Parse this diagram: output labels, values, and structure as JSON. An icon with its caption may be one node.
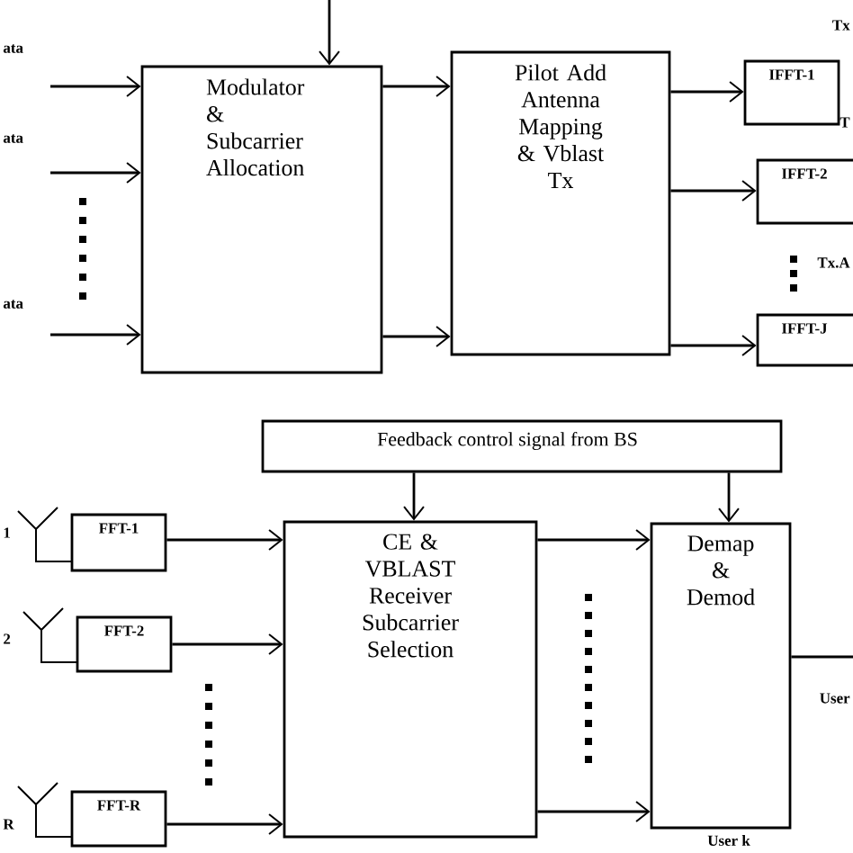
{
  "diagram": {
    "nodes": [
      {
        "text": [
          "Modulator & Subcarrier Allocation"
        ]
      },
      {
        "text": [
          "Pilot Add Antenna Mapping & Vblast Tx"
        ]
      },
      {
        "text": [
          "IFFT-1"
        ]
      },
      {
        "text": [
          "IFFT-2"
        ]
      },
      {
        "text": [
          "IFFT-J"
        ]
      },
      {
        "text": [
          "Feedback control signal from  BS"
        ]
      },
      {
        "text": [
          "FFT-1"
        ]
      },
      {
        "text": [
          "FFT-2"
        ]
      },
      {
        "text": [
          "FFT-R"
        ]
      },
      {
        "text": [
          "CE & VBLAST Receiver Subcarrier Selection"
        ]
      },
      {
        "text": [
          "Demap & Demod"
        ]
      }
    ],
    "edges": [
      {
        "from": null,
        "to": 0,
        "arrow": "to"
      },
      {
        "from": null,
        "to": 0,
        "arrow": "to"
      },
      {
        "from": null,
        "to": 0,
        "arrow": "to"
      },
      {
        "from": null,
        "to": 0,
        "arrow": "to"
      },
      {
        "from": 0,
        "to": 1,
        "arrow": "to"
      },
      {
        "from": 0,
        "to": 1,
        "arrow": "to"
      },
      {
        "from": 1,
        "to": 2,
        "arrow": "to"
      },
      {
        "from": 1,
        "to": 3,
        "arrow": "to"
      },
      {
        "from": 1,
        "to": 4,
        "arrow": "to"
      },
      {
        "from": 5,
        "to": 9,
        "arrow": "to"
      },
      {
        "from": 5,
        "to": 10,
        "arrow": "to"
      },
      {
        "from": 6,
        "to": 9,
        "arrow": "to"
      },
      {
        "from": 7,
        "to": 9,
        "arrow": "to"
      },
      {
        "from": 8,
        "to": 9,
        "arrow": "to"
      },
      {
        "from": 9,
        "to": 10,
        "arrow": "to"
      },
      {
        "from": 9,
        "to": 10,
        "arrow": "to"
      },
      {
        "from": 10,
        "to": null,
        "arrow": "none"
      }
    ],
    "labels": [
      "Tx",
      "ata",
      "T",
      "ata",
      "Tx.A",
      "ata",
      "1",
      "2",
      "User",
      "R",
      "User k"
    ]
  }
}
